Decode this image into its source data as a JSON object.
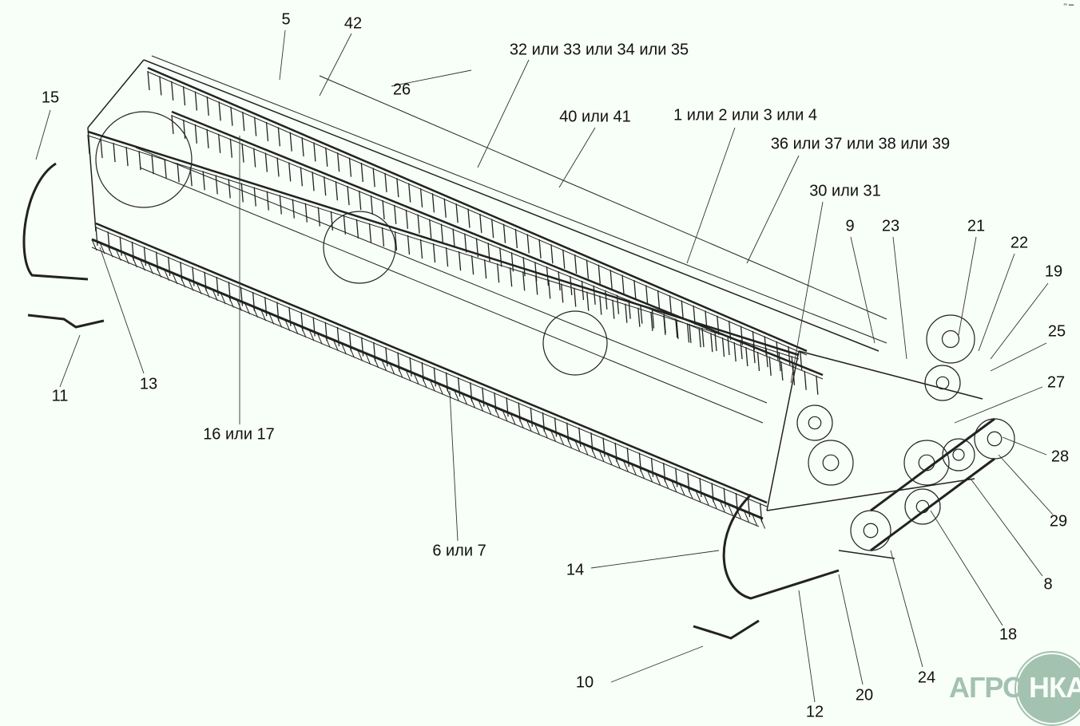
{
  "diagram": {
    "corner_mark": "ᵃⁿ ▪▪▪",
    "watermark": "АГРОНКА",
    "labels": [
      {
        "id": "5",
        "text": "5"
      },
      {
        "id": "42",
        "text": "42"
      },
      {
        "id": "32",
        "text": "32 или 33 или 34 или 35"
      },
      {
        "id": "26",
        "text": "26"
      },
      {
        "id": "15",
        "text": "15"
      },
      {
        "id": "40",
        "text": "40 или 41"
      },
      {
        "id": "1",
        "text": "1 или 2 или 3 или 4"
      },
      {
        "id": "36",
        "text": "36 или 37 или 38 или 39"
      },
      {
        "id": "30",
        "text": "30 или 31"
      },
      {
        "id": "9",
        "text": "9"
      },
      {
        "id": "23",
        "text": "23"
      },
      {
        "id": "21",
        "text": "21"
      },
      {
        "id": "22",
        "text": "22"
      },
      {
        "id": "19",
        "text": "19"
      },
      {
        "id": "25",
        "text": "25"
      },
      {
        "id": "27",
        "text": "27"
      },
      {
        "id": "28",
        "text": "28"
      },
      {
        "id": "29",
        "text": "29"
      },
      {
        "id": "8",
        "text": "8"
      },
      {
        "id": "18",
        "text": "18"
      },
      {
        "id": "24",
        "text": "24"
      },
      {
        "id": "20",
        "text": "20"
      },
      {
        "id": "12",
        "text": "12"
      },
      {
        "id": "10",
        "text": "10"
      },
      {
        "id": "14",
        "text": "14"
      },
      {
        "id": "6",
        "text": "6 или 7"
      },
      {
        "id": "16",
        "text": "16 или 17"
      },
      {
        "id": "13",
        "text": "13"
      },
      {
        "id": "11",
        "text": "11"
      }
    ]
  }
}
